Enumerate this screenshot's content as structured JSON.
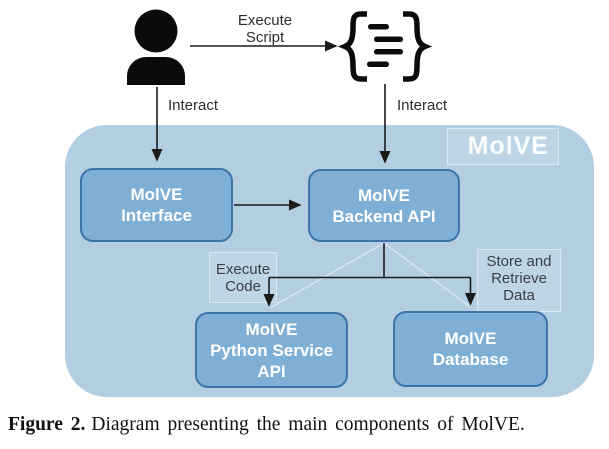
{
  "figure": {
    "caption_label": "Figure 2.",
    "caption_text": "Diagram presenting the main components of MolVE."
  },
  "diagram": {
    "system_label": "MolVE",
    "nodes": {
      "interface": {
        "label": "MolVE\nInterface"
      },
      "backend_api": {
        "label": "MolVE\nBackend API"
      },
      "python_service": {
        "label": "MolVE\nPython Service\nAPI"
      },
      "database": {
        "label": "MolVE\nDatabase"
      }
    },
    "edge_labels": {
      "execute_script": "Execute\nScript",
      "interact_user": "Interact",
      "interact_script": "Interact",
      "execute_code": "Execute\nCode",
      "store_retrieve": "Store and\nRetrieve\nData"
    },
    "icons": {
      "user": "person-icon",
      "script": "code-braces-icon"
    },
    "colors": {
      "system_fill": "#b3cee1",
      "node_fill": "#7fafd4",
      "node_border": "#3e75a8",
      "node_text": "#ffffff",
      "connector": "#1a1a1a",
      "icon": "#0b0b0b",
      "edge_label_text": "#3a3e44",
      "system_label_text": "#fbfdfe"
    }
  }
}
